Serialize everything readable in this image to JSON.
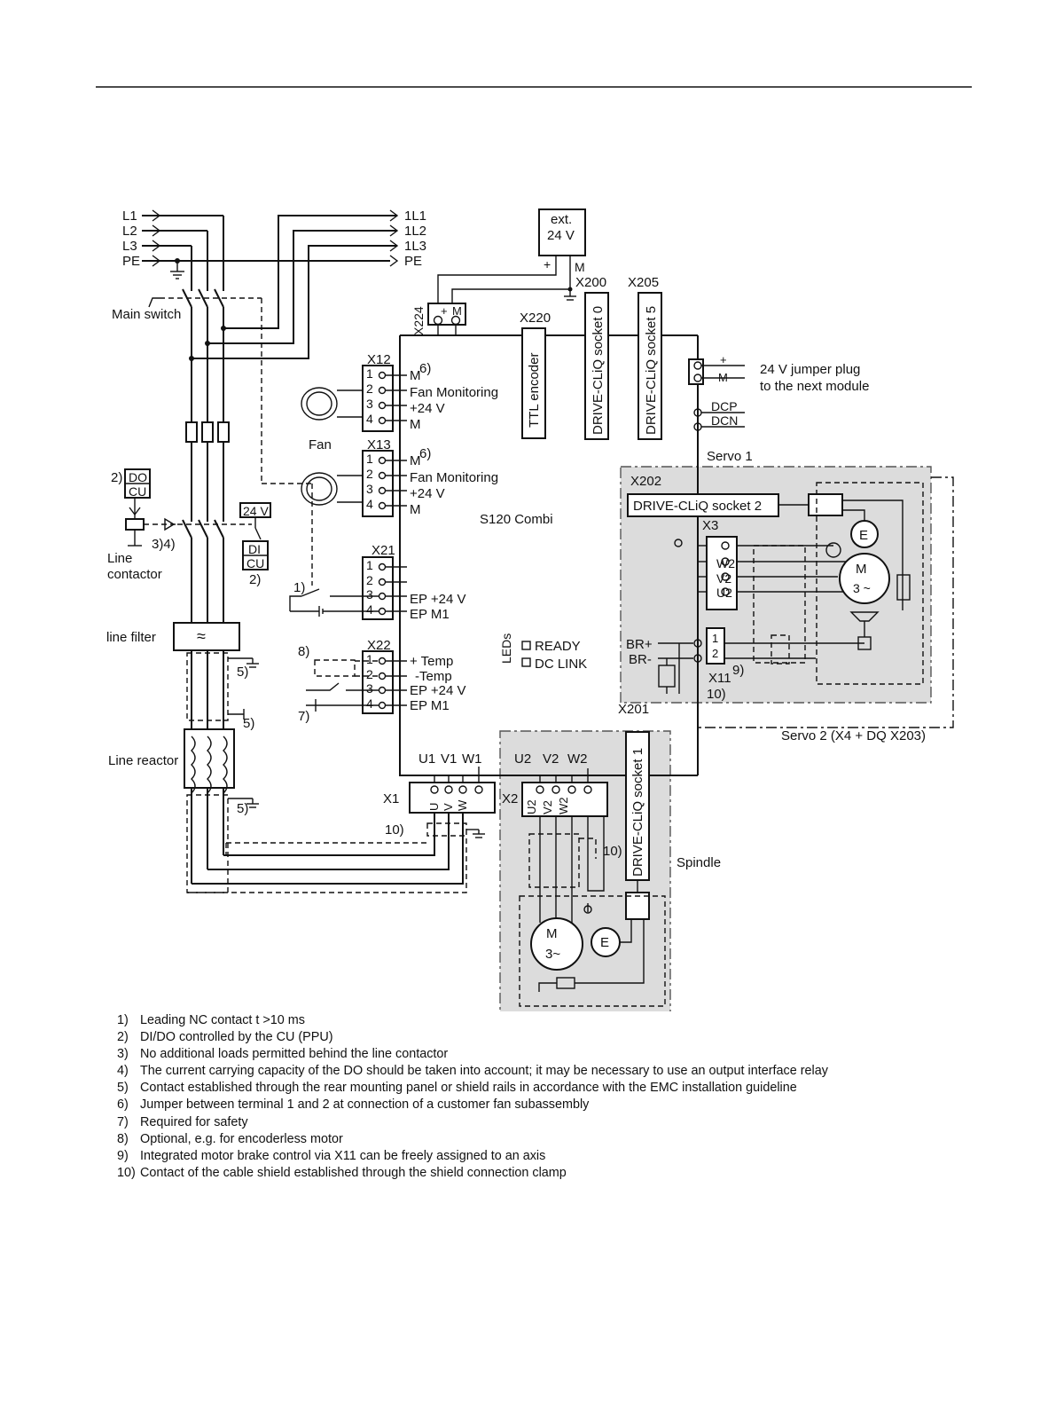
{
  "supply": {
    "inputs": [
      "L1",
      "L2",
      "L3",
      "PE"
    ],
    "outputs": [
      "1L1",
      "1L2",
      "1L3",
      "PE"
    ]
  },
  "left_labels": {
    "main_switch": "Main switch",
    "fan": "Fan",
    "do_ref": "2)",
    "do": "DO",
    "cu": "CU",
    "contactor_ref": "3)4)",
    "line_contactor_1": "Line",
    "line_contactor_2": "contactor",
    "v24": "24 V",
    "di": "DI",
    "di_cu": "CU",
    "di_ref": "2)",
    "line_filter": "line filter",
    "line_reactor": "Line reactor",
    "ref_5": "5)",
    "ref_1": "1)",
    "ref_7": "7)",
    "ref_8": "8)",
    "ref_10": "10)"
  },
  "ext_supply": {
    "line1": "ext.",
    "line2": "24 V",
    "plus": "+",
    "minus": "M"
  },
  "x224": {
    "label": "X224",
    "plus": "+",
    "minus": "M"
  },
  "sockets": {
    "x200": "X200",
    "x205": "X205",
    "x220": "X220",
    "ttl": "TTL encoder",
    "socket0": "DRIVE-CLiQ socket 0",
    "socket5": "DRIVE-CLiQ socket 5"
  },
  "x12": {
    "label": "X12",
    "ref": "6)",
    "pins": [
      "1",
      "2",
      "3",
      "4"
    ],
    "signals": [
      "M",
      "Fan Monitoring",
      "+24 V",
      "M"
    ]
  },
  "x13": {
    "label": "X13",
    "ref": "6)",
    "pins": [
      "1",
      "2",
      "3",
      "4"
    ],
    "signals": [
      "M",
      "Fan Monitoring",
      "+24 V",
      "M"
    ]
  },
  "x21": {
    "label": "X21",
    "pins": [
      "1",
      "2",
      "3",
      "4"
    ],
    "signals": [
      "EP +24 V",
      "EP M1"
    ]
  },
  "x22": {
    "label": "X22",
    "pins": [
      "1",
      "2",
      "3",
      "4"
    ],
    "signals": [
      "+ Temp",
      "-Temp",
      "EP +24 V",
      "EP M1"
    ]
  },
  "module": {
    "name": "S120 Combi",
    "leds_label": "LEDs",
    "leds": [
      "READY",
      "DC LINK"
    ]
  },
  "jumper": {
    "plus": "+",
    "minus": "M",
    "line1": "24 V jumper plug",
    "line2": "to the next module",
    "dcp": "DCP",
    "dcn": "DCN"
  },
  "servo1": {
    "title": "Servo 1",
    "x202": "X202",
    "socket2": "DRIVE-CLiQ socket 2",
    "x3": "X3",
    "phases": [
      "W2",
      "V2",
      "U2"
    ],
    "motor_m": "M",
    "motor_3": "3 ~",
    "encoder": "E",
    "br_plus": "BR+",
    "br_minus": "BR-",
    "x11": "X11",
    "brake_pins": [
      "1",
      "2"
    ],
    "ref_9": "9)",
    "ref_10": "10)",
    "x201": "X201"
  },
  "servo2": {
    "label": "Servo 2   (X4 + DQ X203)"
  },
  "main_out": {
    "u1": "U1",
    "v1": "V1",
    "w1": "W1",
    "x1": "X1",
    "terms": [
      "U",
      "V",
      "W"
    ]
  },
  "spindle": {
    "u2": "U2",
    "v2": "V2",
    "w2": "W2",
    "x2": "X2",
    "terms": [
      "U2",
      "V2",
      "W2"
    ],
    "socket1": "DRIVE-CLiQ socket 1",
    "title": "Spindle",
    "ref_10": "10)",
    "motor_m": "M",
    "motor_3": "3~",
    "encoder": "E"
  },
  "notes": [
    {
      "num": "1)",
      "text": "Leading NC contact t >10 ms"
    },
    {
      "num": "2)",
      "text": "DI/DO controlled by the CU (PPU)"
    },
    {
      "num": "3)",
      "text": "No additional loads permitted behind the line contactor"
    },
    {
      "num": "4)",
      "text": "The current carrying capacity of the DO should be taken into account; it may be necessary to use an output interface relay"
    },
    {
      "num": "5)",
      "text": "Contact established through the rear mounting panel or shield rails in accordance with the EMC installation guideline"
    },
    {
      "num": "6)",
      "text": "Jumper between terminal 1 and 2 at connection of a customer fan subassembly"
    },
    {
      "num": "7)",
      "text": "Required for safety"
    },
    {
      "num": "8)",
      "text": "Optional, e.g. for encoderless motor"
    },
    {
      "num": "9)",
      "text": "Integrated motor brake control via X11 can be freely assigned to an axis"
    },
    {
      "num": "10)",
      "text": "Contact of the cable shield established through the shield connection clamp"
    }
  ]
}
